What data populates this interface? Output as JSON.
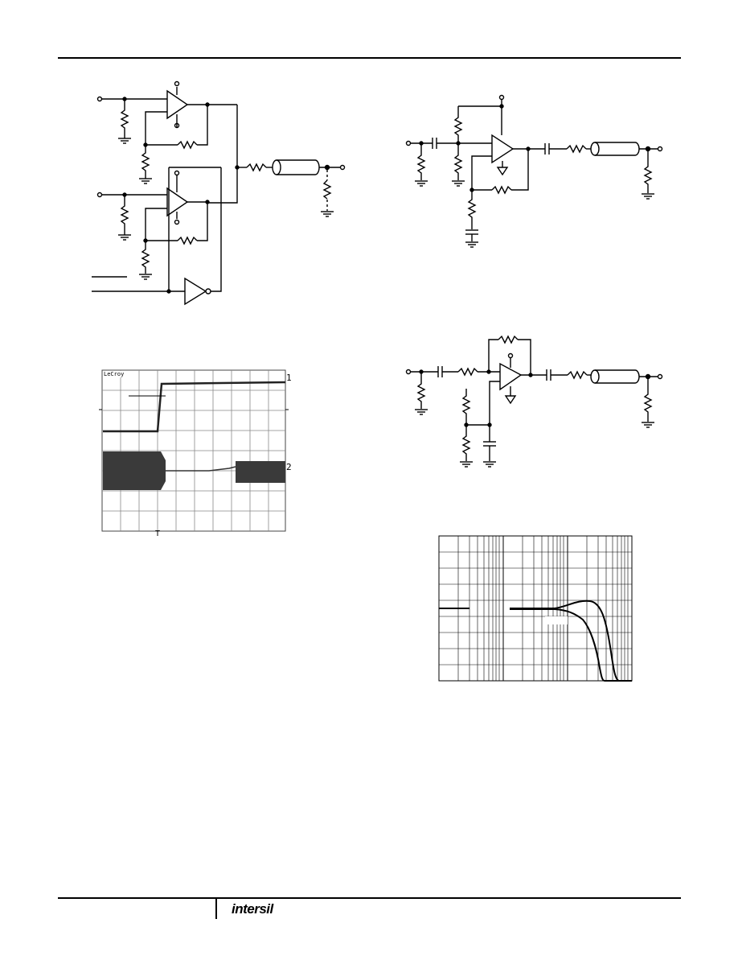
{
  "footer": {
    "logo": "intersil"
  },
  "scope": {
    "brand": "LeCroy",
    "channel1": "1",
    "channel2": "2",
    "trigger": "T"
  },
  "colors": {
    "ink": "#000000",
    "trace": "#2b2b2b",
    "grid": "#777777"
  }
}
